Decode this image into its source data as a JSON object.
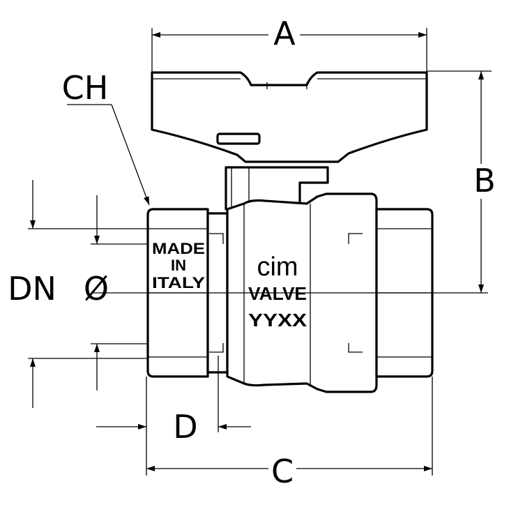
{
  "diagram": {
    "dimensions": {
      "a": "A",
      "b": "B",
      "c": "C",
      "d": "D",
      "ch": "CH",
      "dn": "DN",
      "diameter": "Ø"
    },
    "markings": {
      "origin_line1": "MADE",
      "origin_line2": "IN",
      "origin_line3": "ITALY",
      "brand": "cim",
      "product": "VALVE",
      "date_code": "YYXX"
    },
    "colors": {
      "line": "#000000",
      "background": "#ffffff"
    }
  }
}
